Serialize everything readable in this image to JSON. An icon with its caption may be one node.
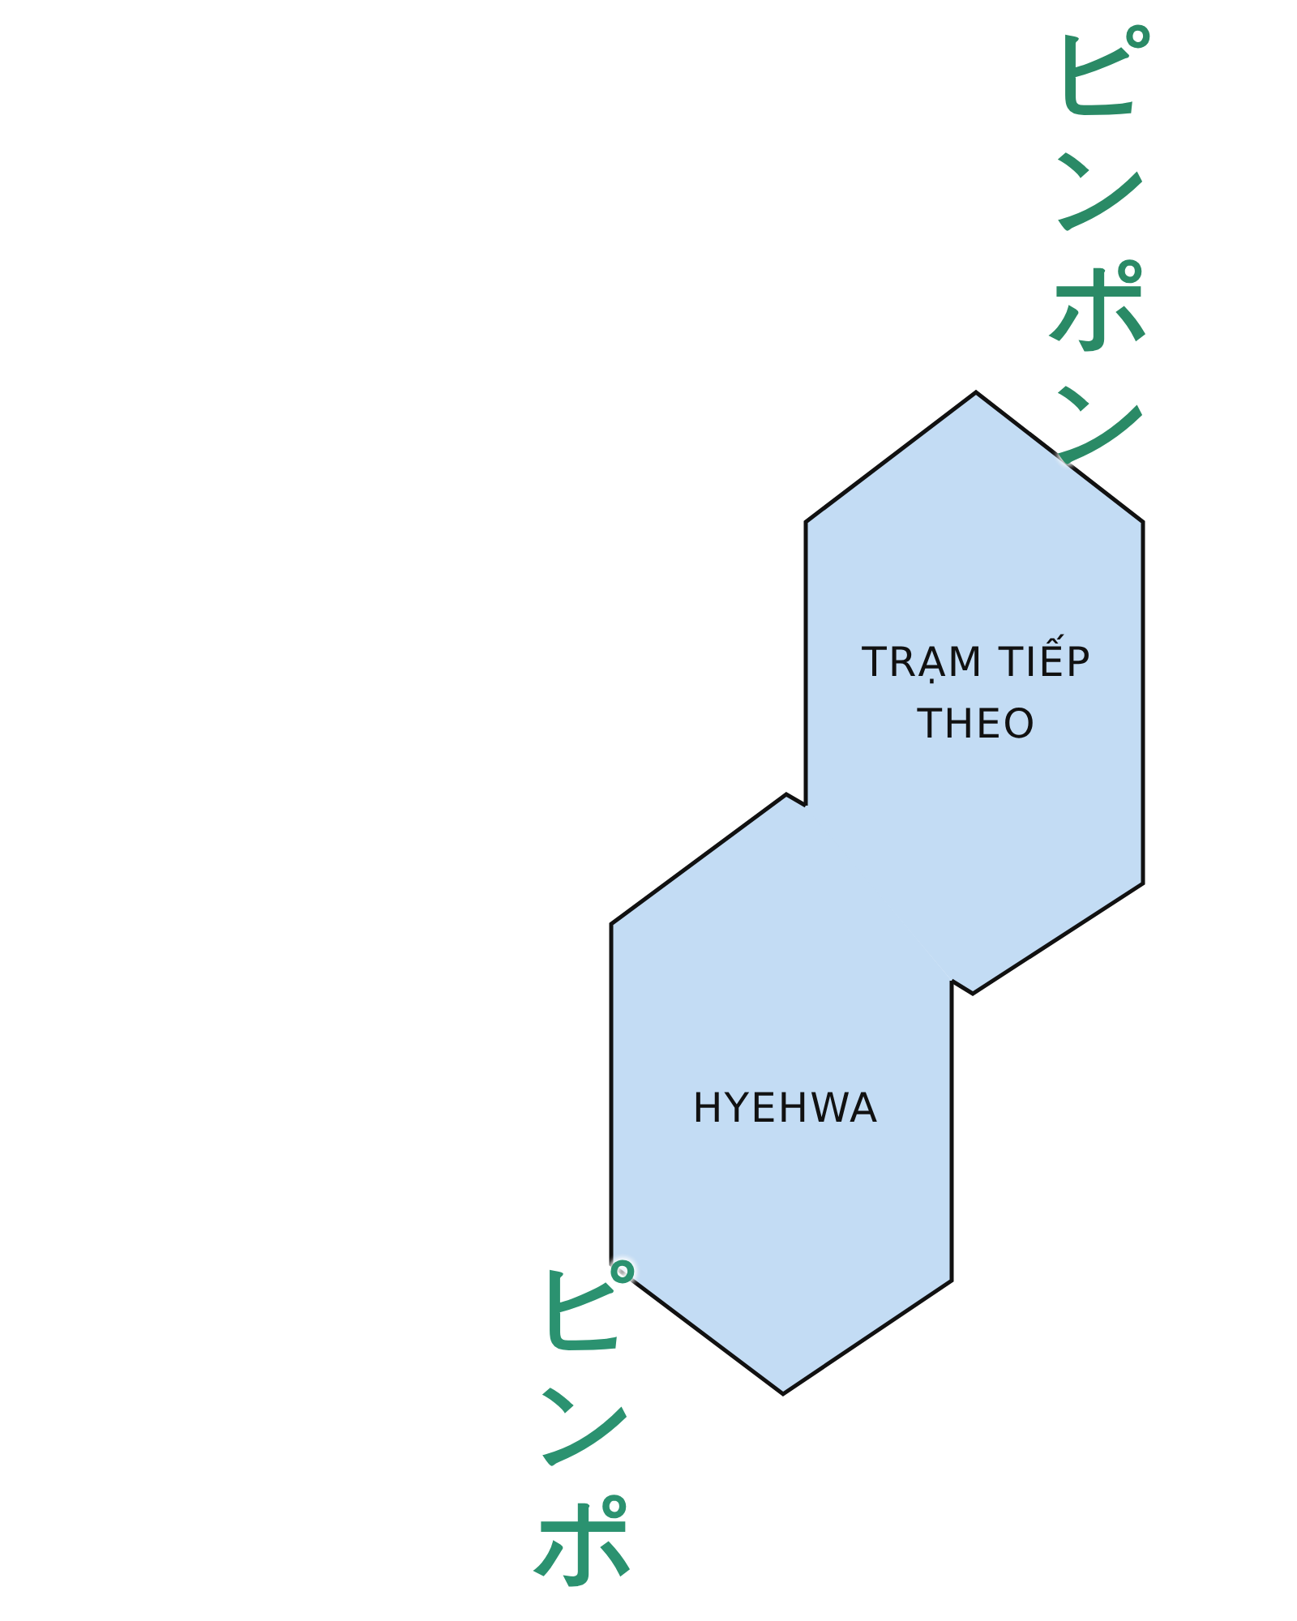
{
  "diagram": {
    "nodes": [
      {
        "text": [
          "TRẠM TIẾP THEO"
        ]
      },
      {
        "text": [
          "HYEHWA"
        ]
      }
    ],
    "labels": [
      "ピンポン",
      "ピンポ"
    ]
  }
}
